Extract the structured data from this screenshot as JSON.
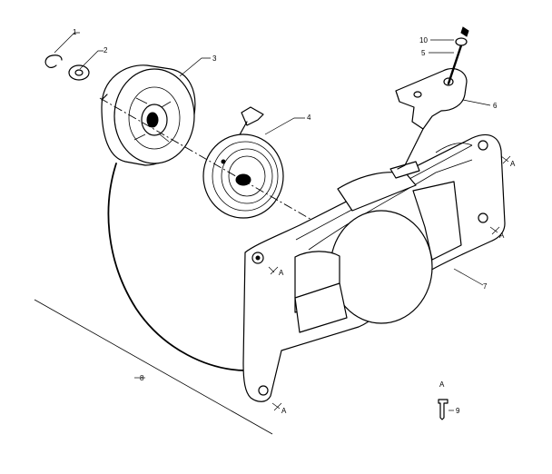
{
  "callouts": {
    "p1": "1",
    "p2": "2",
    "p3": "3",
    "p4": "4",
    "p5": "5",
    "p6": "6",
    "p7": "7",
    "p8": "8",
    "p9": "9",
    "p10": "10"
  },
  "reference_marks": {
    "a1": "A",
    "a2": "A",
    "a3": "A",
    "a4": "A",
    "a5": "A"
  }
}
